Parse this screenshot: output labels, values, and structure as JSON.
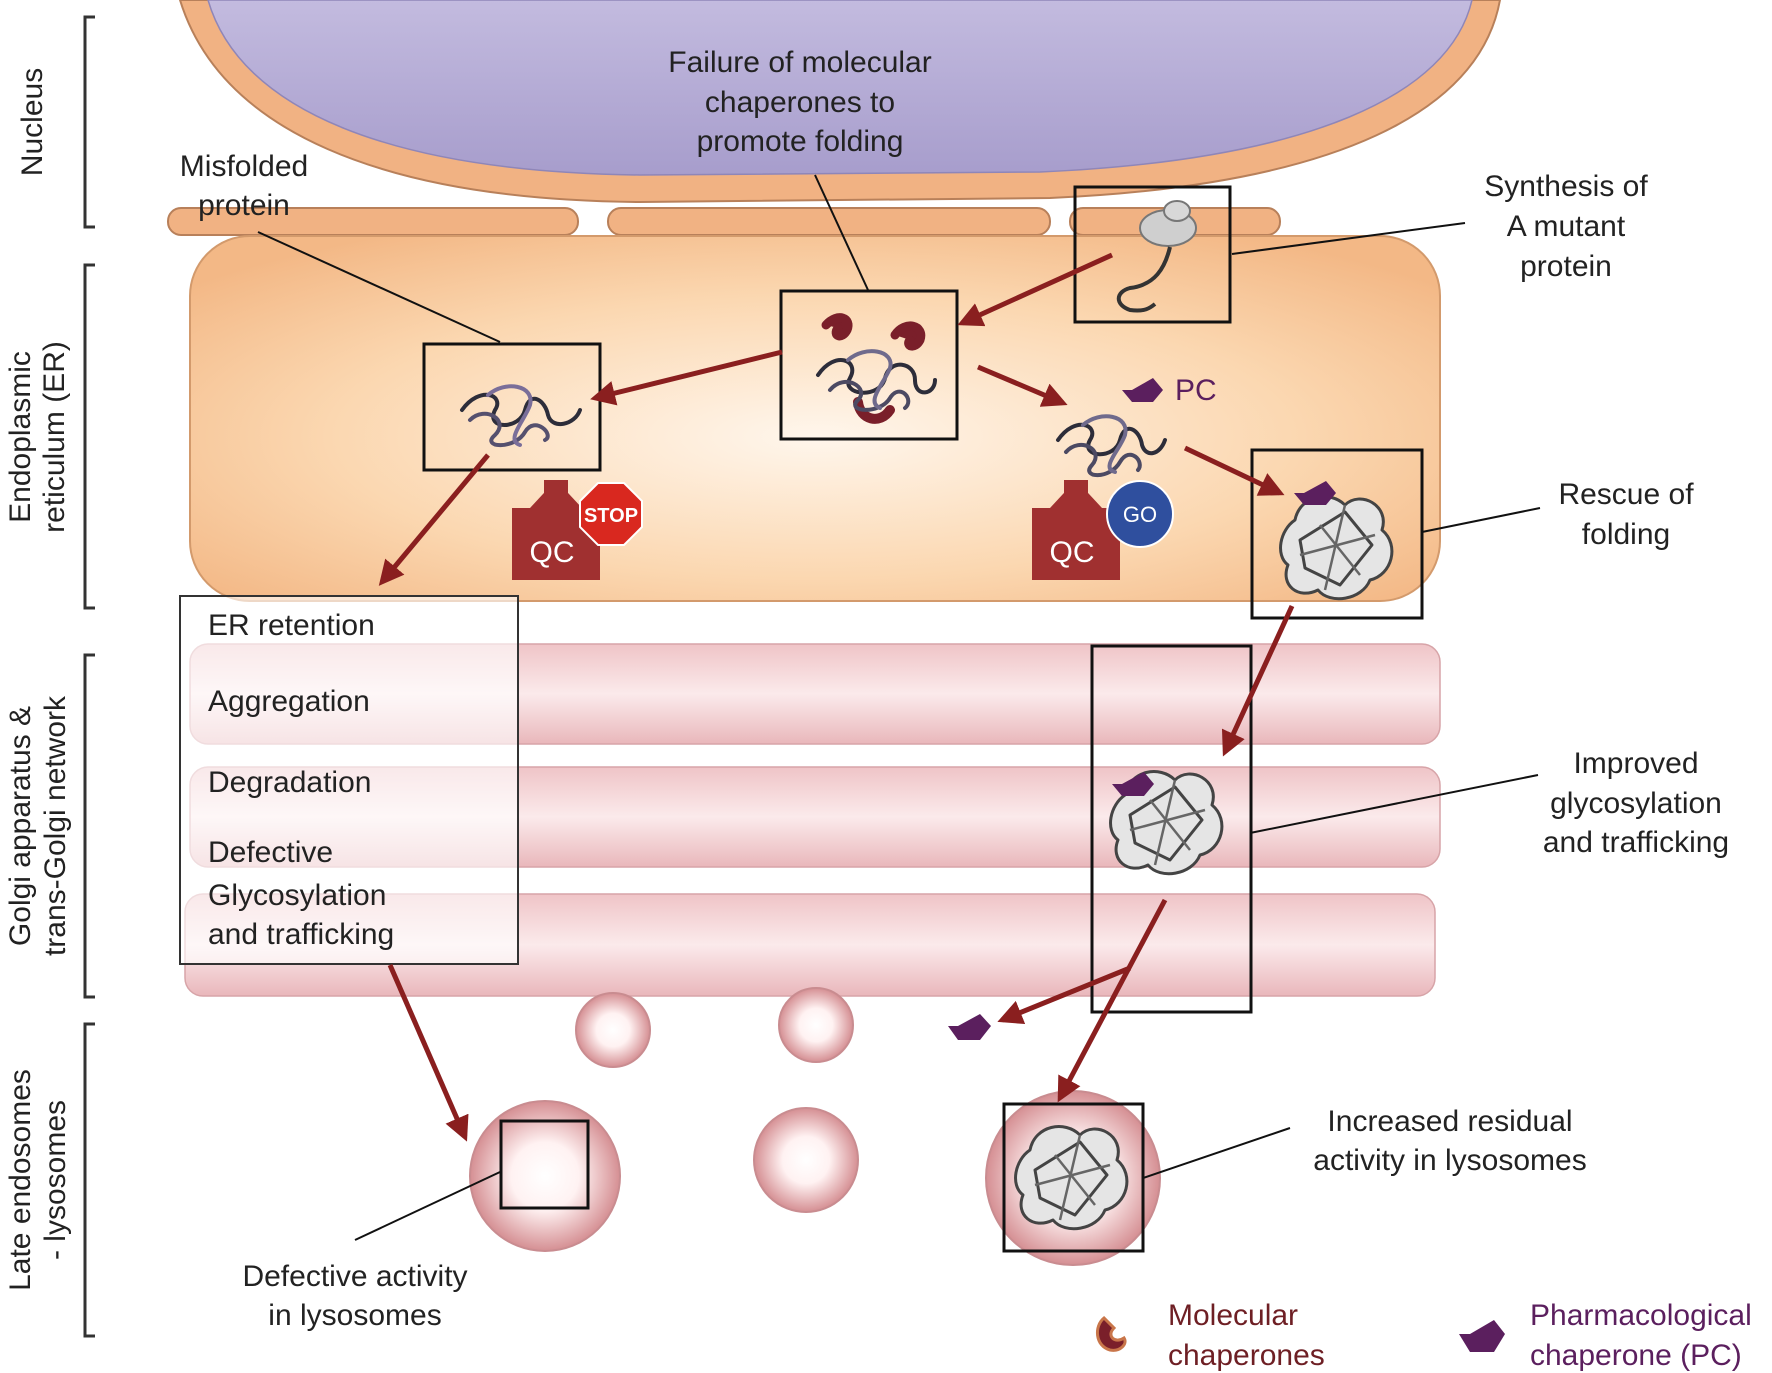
{
  "compartments": {
    "nucleus": "Nucleus",
    "er": [
      "Endoplasmic",
      "reticulum (ER)"
    ],
    "golgi": [
      "Golgi apparatus &",
      "trans-Golgi network"
    ],
    "lysosomes": [
      "Late endosomes",
      "- lysosomes"
    ]
  },
  "labels": {
    "failure": [
      "Failure of molecular",
      "chaperones to",
      "promote folding"
    ],
    "misfolded": [
      "Misfolded",
      "protein"
    ],
    "synthesis": [
      "Synthesis of",
      "A mutant",
      "protein"
    ],
    "pc": "PC",
    "rescue": [
      "Rescue of",
      "folding"
    ],
    "improved": [
      "Improved",
      "glycosylation",
      "and trafficking"
    ],
    "increased": [
      "Increased residual",
      "activity in lysosomes"
    ],
    "defective_activity": [
      "Defective activity",
      "in lysosomes"
    ]
  },
  "qc": {
    "label": "QC",
    "stop": "STOP",
    "go": "GO"
  },
  "outcomes": {
    "er_retention": "ER retention",
    "aggregation": "Aggregation",
    "degradation": "Degradation",
    "defective": "Defective",
    "glycosylation": [
      "Glycosylation",
      "and trafficking"
    ]
  },
  "legend": {
    "molecular": [
      "Molecular",
      "chaperones"
    ],
    "pharmacological": [
      "Pharmacological",
      "chaperone (PC)"
    ]
  },
  "colors": {
    "arrow": "#8a1f1f",
    "pc": "#5b1f5e",
    "stop": "#d9281f",
    "go": "#2f4f9e",
    "qc": "#a03030"
  }
}
